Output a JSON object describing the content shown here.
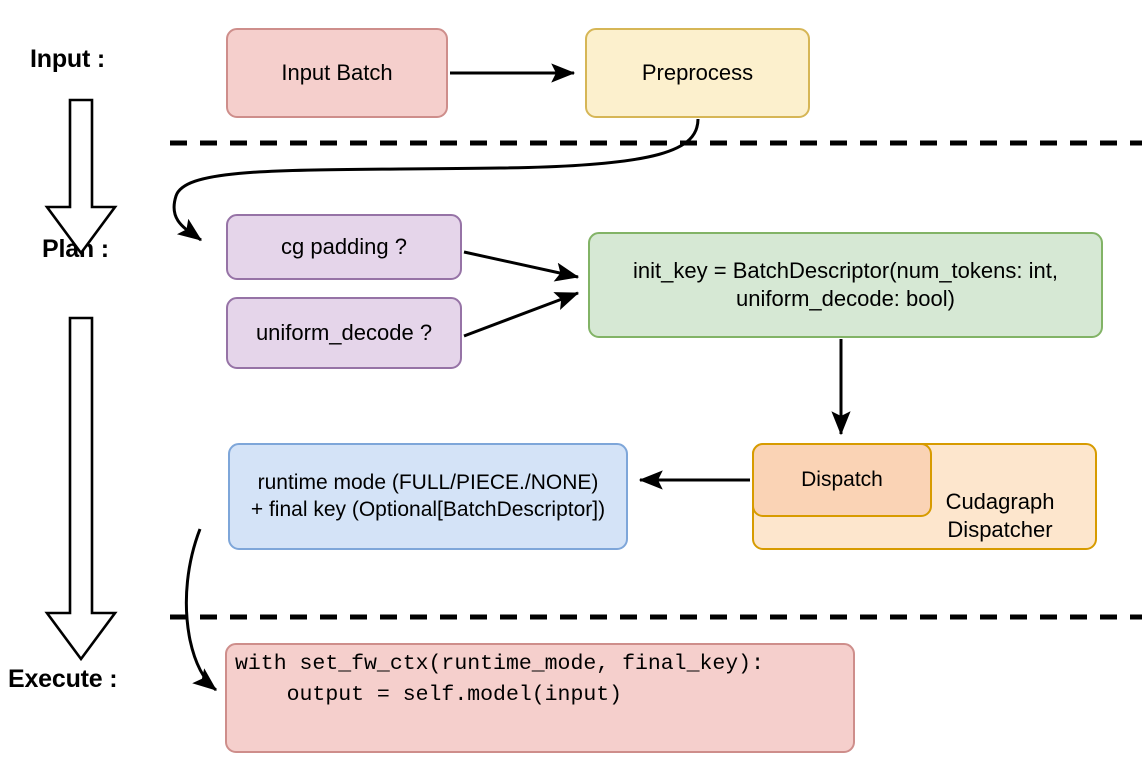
{
  "diagram": {
    "title_stages": [
      {
        "id": "input",
        "label": "Input :"
      },
      {
        "id": "plan",
        "label": "Plan :"
      },
      {
        "id": "execute",
        "label": "Execute :"
      }
    ],
    "nodes": {
      "input_batch": {
        "label": "Input Batch",
        "color": "#f5cfcc",
        "border": "#ce8e8b"
      },
      "preprocess": {
        "label": "Preprocess",
        "color": "#fcf0cd",
        "border": "#d6b656"
      },
      "cg_padding": {
        "label": "cg padding ?",
        "color": "#e5d5ea",
        "border": "#9673a6"
      },
      "uniform_decode": {
        "label": "uniform_decode ?",
        "color": "#e5d5ea",
        "border": "#9673a6"
      },
      "init_key": {
        "line1": "init_key = BatchDescriptor(num_tokens: int,",
        "line2": "uniform_decode: bool)",
        "color": "#d6e8d4",
        "border": "#82b366"
      },
      "cudagraph_dispatcher": {
        "line1": "Cudagraph",
        "line2": "Dispatcher",
        "color": "#fde6cd",
        "border": "#d79b00"
      },
      "dispatch": {
        "label": "Dispatch",
        "color": "#fad3b5",
        "border": "#d79b00"
      },
      "runtime_mode": {
        "line1": "runtime mode (FULL/PIECE./NONE)",
        "line2": "+ final key (Optional[BatchDescriptor])",
        "color": "#d4e3f7",
        "border": "#7ea6d9"
      },
      "execute_code": {
        "line1": "with set_fw_ctx(runtime_mode, final_key):",
        "line2": "    output = self.model(input)",
        "color": "#f5cfcc",
        "border": "#ce8e8b"
      }
    },
    "edges": [
      {
        "id": "input-batch-to-preprocess",
        "from": "input_batch",
        "to": "preprocess",
        "style": "straight-arrow"
      },
      {
        "id": "preprocess-to-cg-padding",
        "from": "preprocess",
        "to": "cg_padding",
        "style": "curved-arrow"
      },
      {
        "id": "cg-padding-to-init-key",
        "from": "cg_padding",
        "to": "init_key",
        "style": "straight-arrow"
      },
      {
        "id": "uniform-decode-to-init-key",
        "from": "uniform_decode",
        "to": "init_key",
        "style": "straight-arrow"
      },
      {
        "id": "init-key-to-dispatch",
        "from": "init_key",
        "to": "dispatch",
        "style": "straight-arrow"
      },
      {
        "id": "dispatch-to-runtime-mode",
        "from": "dispatch",
        "to": "runtime_mode",
        "style": "straight-arrow"
      },
      {
        "id": "runtime-mode-to-execute-code",
        "from": "runtime_mode",
        "to": "execute_code",
        "style": "curved-arrow"
      }
    ],
    "separators": [
      {
        "id": "input-plan-divider",
        "style": "dashed"
      },
      {
        "id": "plan-execute-divider",
        "style": "dashed"
      }
    ],
    "flow_arrows": [
      {
        "id": "input-to-plan-block-arrow",
        "direction": "down"
      },
      {
        "id": "plan-to-execute-block-arrow",
        "direction": "down"
      }
    ]
  }
}
